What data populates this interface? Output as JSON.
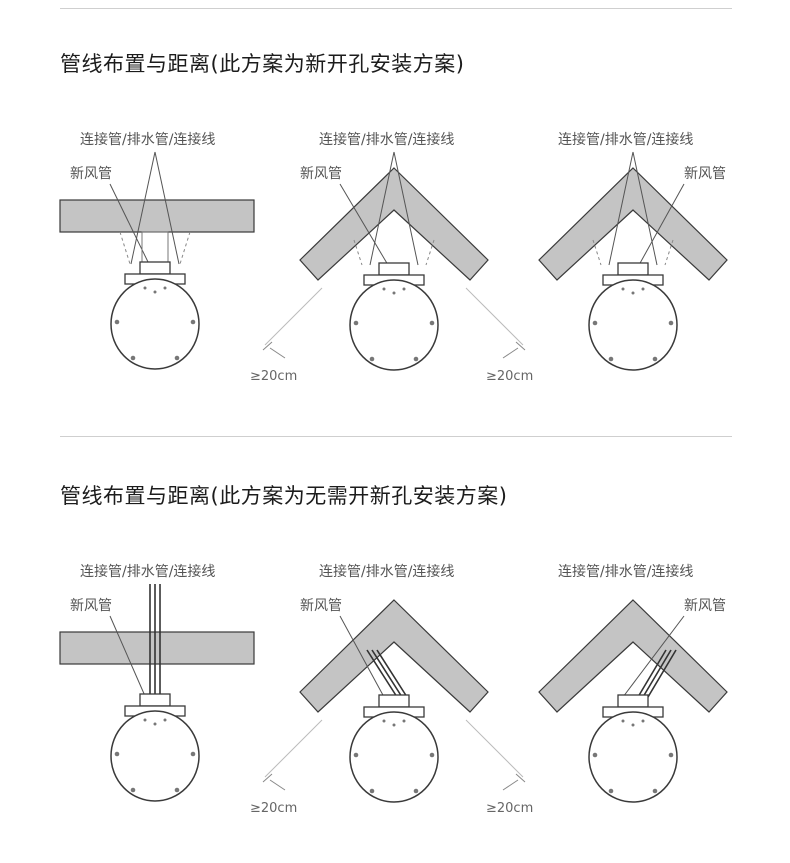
{
  "sections": [
    {
      "title": "管线布置与距离(此方案为新开孔安装方案)",
      "variant": "new-hole",
      "panels": [
        {
          "pipe_label": "连接管/排水管/连接线",
          "fresh_air_label": "新风管",
          "dimensions": []
        },
        {
          "pipe_label": "连接管/排水管/连接线",
          "fresh_air_label": "新风管",
          "dimensions": [
            "≥20cm",
            "≥20cm"
          ]
        },
        {
          "pipe_label": "连接管/排水管/连接线",
          "fresh_air_label": "新风管",
          "dimensions": []
        }
      ]
    },
    {
      "title": "管线布置与距离(此方案为无需开新孔安装方案)",
      "variant": "no-hole",
      "panels": [
        {
          "pipe_label": "连接管/排水管/连接线",
          "fresh_air_label": "新风管",
          "dimensions": []
        },
        {
          "pipe_label": "连接管/排水管/连接线",
          "fresh_air_label": "新风管",
          "dimensions": [
            "≥20cm",
            "≥20cm"
          ]
        },
        {
          "pipe_label": "连接管/排水管/连接线",
          "fresh_air_label": "新风管",
          "dimensions": []
        }
      ]
    }
  ],
  "colors": {
    "ceiling_fill": "#c4c4c4",
    "ceiling_stroke": "#3a3a3a",
    "line": "#555555",
    "dim_line": "#bbbbbb"
  }
}
